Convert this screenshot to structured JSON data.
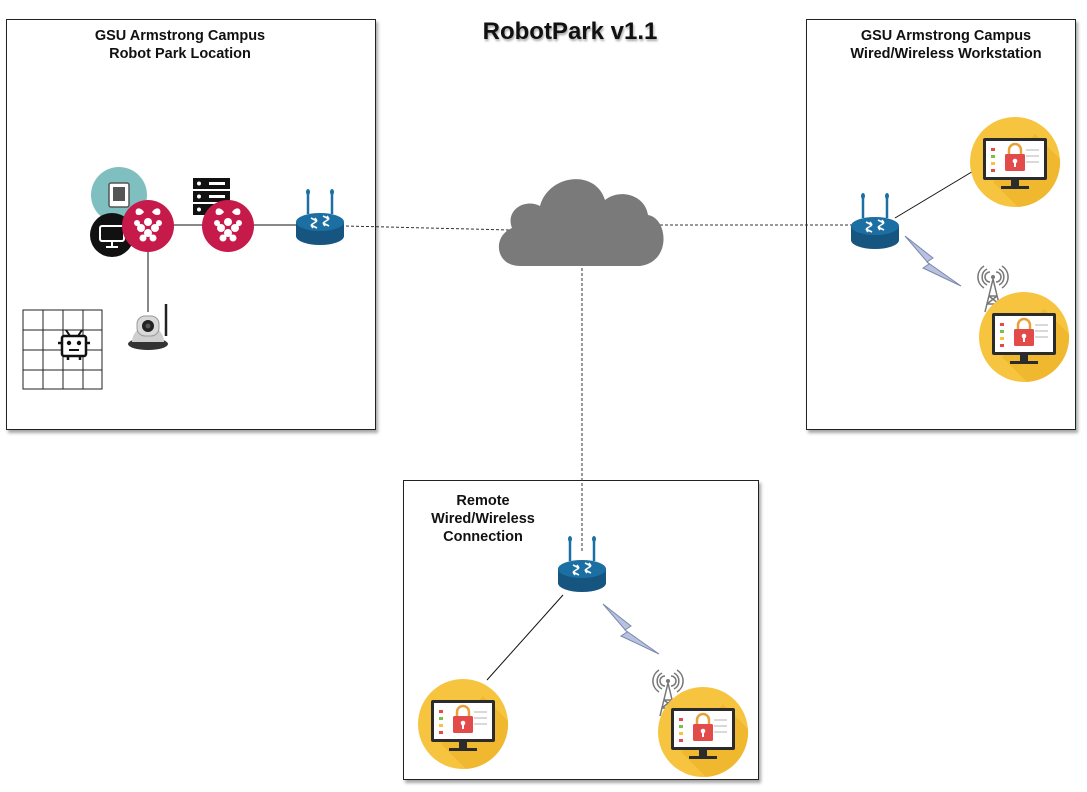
{
  "diagram": {
    "title": "RobotPark v1.1",
    "zones": {
      "robot_park": {
        "title": "GSU Armstrong Campus\nRobot Park Location"
      },
      "workstation": {
        "title": "GSU Armstrong Campus\nWired/Wireless Workstation"
      },
      "remote": {
        "title": "Remote\nWired/Wireless\nConnection"
      }
    },
    "colors": {
      "router": "#1b6fa3",
      "cloud": "#7a7a7a",
      "raspberry": "#c51a4a",
      "workstation_circle": "#f6c43e",
      "lightning": "#9aa7c7",
      "tower": "#777777"
    },
    "icons": [
      "processor-icon",
      "monitor-icon",
      "raspberry-pi-icon",
      "server-rack-icon",
      "wireless-router-icon",
      "cloud-icon",
      "ip-camera-icon",
      "robot-icon",
      "grid-icon",
      "locked-workstation-icon",
      "radio-tower-icon",
      "lightning-icon"
    ]
  }
}
